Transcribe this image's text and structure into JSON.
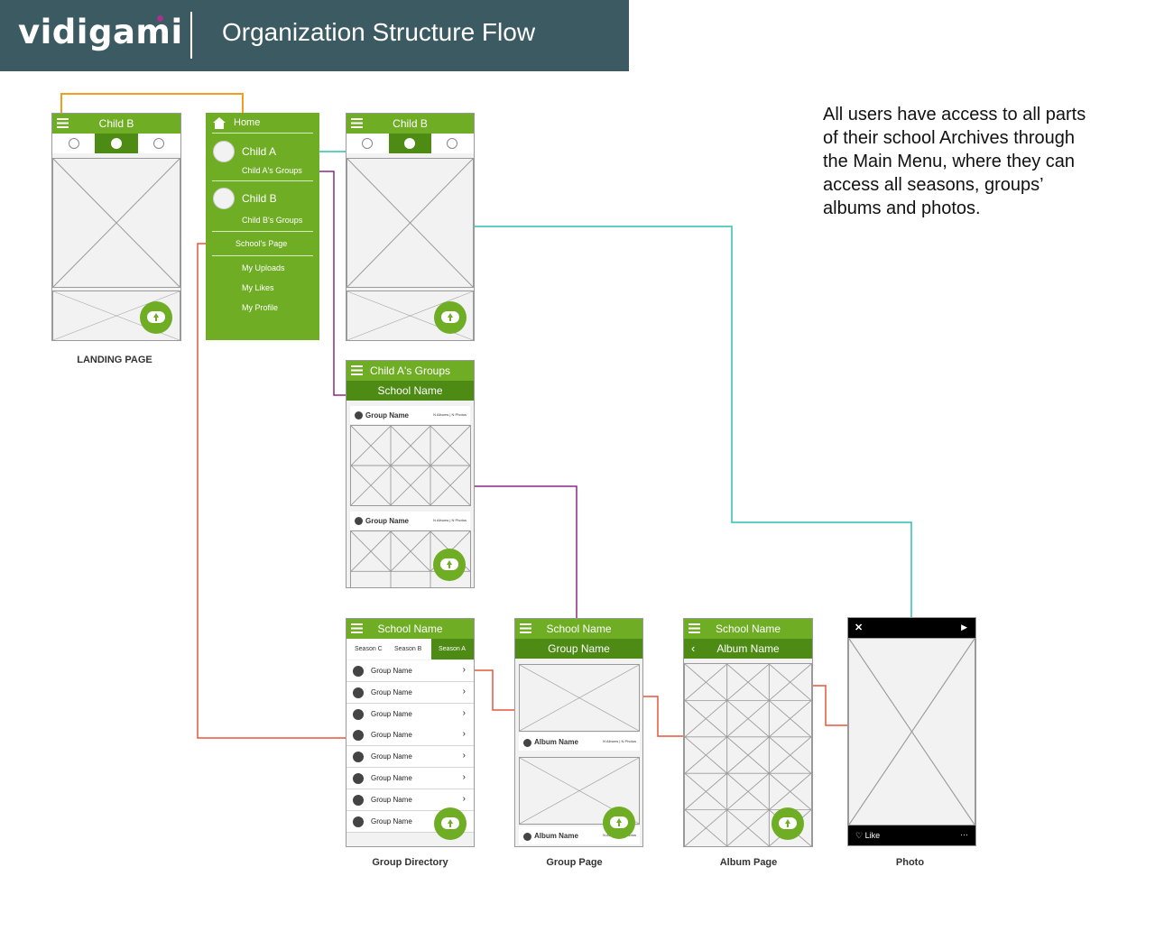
{
  "header": {
    "logo": "vidigami",
    "title": "Organization Structure Flow"
  },
  "description": "All users have access to all parts of their school Archives through the Main Menu, where they can access all seasons, groups’ albums and photos.",
  "landing": {
    "bar_title": "Child  B",
    "caption": "LANDING PAGE"
  },
  "menu": {
    "home": "Home",
    "child_a": "Child  A",
    "child_a_groups": "Child  A's  Groups",
    "child_b": "Child  B",
    "child_b_groups": "Child  B's  Groups",
    "school_page": "School's Page",
    "my_uploads": "My Uploads",
    "my_likes": "My Likes",
    "my_profile": "My Profile"
  },
  "childb": {
    "bar_title": "Child  B"
  },
  "child_groups": {
    "bar_title": "Child A's Groups",
    "subbar": "School Name",
    "card1_name": "Group Name",
    "card1_meta": "N Albums | N Photos",
    "card2_name": "Group Name",
    "card2_meta": "N Albums | N Photos"
  },
  "group_directory": {
    "bar_title": "School Name",
    "tabs": [
      "Season C",
      "Season B",
      "Season A"
    ],
    "rows": [
      "Group Name",
      "Group Name",
      "Group Name",
      "Group Name",
      "Group Name",
      "Group Name",
      "Group Name",
      "Group Name"
    ],
    "chevron": "›",
    "caption": "Group Directory"
  },
  "group_page": {
    "bar_title": "School Name",
    "subbar": "Group Name",
    "album1": "Album Name",
    "album1_meta": "N Albums | N Photos",
    "album2": "Album Name",
    "album2_meta": "N Albums | N Photos",
    "caption": "Group Page"
  },
  "album_page": {
    "bar_title": "School Name",
    "subbar": "Album Name",
    "back": "‹",
    "caption": "Album Page"
  },
  "photo": {
    "close": "✕",
    "play": "▶",
    "like": "♡ Like",
    "more": "···",
    "caption": "Photo"
  },
  "colors": {
    "header_bg": "#3b5a62",
    "green": "#6fad24",
    "dark_green": "#4d8b14",
    "orange_connector": "#f39c1f",
    "teal_connector": "#2bbfb0",
    "purple_connector": "#8a2a82",
    "red_connector": "#e8553a"
  },
  "icons": [
    "menu-icon",
    "home-icon",
    "upload-cloud-icon",
    "back-chevron-icon",
    "close-icon",
    "play-icon",
    "heart-icon",
    "more-icon"
  ]
}
